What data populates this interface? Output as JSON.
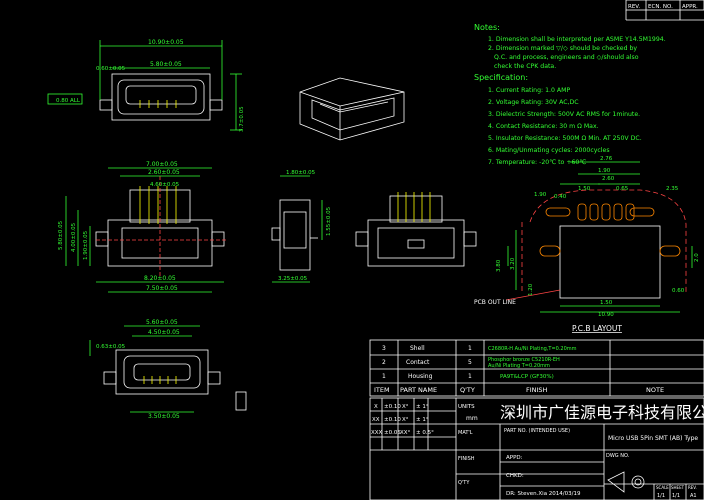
{
  "revision_block": {
    "rev": "REV.",
    "ecn": "ECN. NO.",
    "appr": "APPR."
  },
  "notes": {
    "title": "Notes:",
    "items": [
      "1. Dimension shall be interpreted per ASME Y14.5M1994.",
      "2. Dimension marked ▽/◇ should be checked by",
      "Q.C. and process, engineers and ◇/should also",
      "check the CPK data."
    ]
  },
  "specs": {
    "title": "Specification:",
    "items": [
      "1. Current Rating: 1.0 AMP",
      "2. Voltage Rating: 30V AC,DC",
      "3. Dielectric Strength: 500V AC RMS for 1minute.",
      "4. Contact Resistance: 30 m Ω Max.",
      "5. Insulator Resistance: 500M Ω Min. AT 250V DC.",
      "6. Mating/Unmating cycles: 2000cycles",
      "7. Temperature: -20℃ to +60℃"
    ]
  },
  "dims": {
    "top_width": "10.90±0.05",
    "top_inner": "5.80±0.05",
    "top_off": "0.60±0.05",
    "top_height": "3.7±0.05",
    "datum": "0.80 ALL",
    "mid_w1": "7.00±0.05",
    "mid_w2": "2.60±0.05",
    "mid_w3": "4.60±0.05",
    "mid_h1": "5.80±0.05",
    "mid_h2": "4.00±0.05",
    "mid_h3": "1.90±0.05",
    "mid_b1": "8.20±0.05",
    "mid_b2": "7.50±0.05",
    "side_top": "1.80±0.05",
    "side_h": "1.55±0.05",
    "side_b": "3.25±0.05",
    "low_w1": "5.60±0.05",
    "low_w2": "4.50±0.05",
    "low_h": "0.63±0.05",
    "low_b": "3.50±0.05"
  },
  "pcb": {
    "title": "P.C.B LAYOUT",
    "label": "PCB OUT LINE",
    "d1": "2.76",
    "d2": "1.90",
    "d3": "2.60",
    "d4": "1.50",
    "d5": "0.40",
    "d6": "0.65",
    "d7": "2.35",
    "d8": "1.90",
    "d9": "1.50",
    "d10": "10.90",
    "d11": "3.80",
    "d12": "3.20",
    "d13": "1.20",
    "d14": "0.60",
    "d15": "2.0"
  },
  "bom": {
    "header": {
      "item": "ITEM",
      "part": "PART NAME",
      "qty": "Q'TY",
      "finish": "FINISH",
      "note": "NOTE"
    },
    "rows": [
      {
        "item": "3",
        "part": "Shell",
        "qty": "1",
        "finish": "C2680R-H  Au/Ni Plating,T=0.20mm",
        "finish2": "",
        "note": ""
      },
      {
        "item": "2",
        "part": "Contact",
        "qty": "5",
        "finish": "Phosphor bronze C5210R-EH",
        "finish2": "Au/Ni Plating  T=0.20mm",
        "note": ""
      },
      {
        "item": "1",
        "part": "Housing",
        "qty": "1",
        "finish": "PA9T&LCP (GF30%)",
        "finish2": "",
        "note": ""
      }
    ]
  },
  "title_block": {
    "tolerance_rows": [
      {
        "a": "X",
        "b": "±0.10",
        "c": "X°",
        "d": "± 1°"
      },
      {
        "a": "XX",
        "b": "±0.10",
        "c": "X°",
        "d": "± 1°"
      },
      {
        "a": "XXX",
        "b": "±0.05",
        "c": "XX°",
        "d": "± 0.5°"
      }
    ],
    "units_label": "UNITS",
    "units": "mm",
    "company": "深圳市广佳源电子科技有限公司",
    "part_no": "PART NO. (INTENDED USE)",
    "part_name": "Micro USB 5Pin  SMT (AB) Type",
    "matl": "MAT'L",
    "finish": "FINISH",
    "qty": "Q'TY",
    "appd": "APPD:",
    "chkd": "CHKD:",
    "dr": "DR:  Steven.Xia 2014/03/19",
    "dwg_no": "DWG NO.",
    "scale": "SCALE",
    "sheet": "SHEET",
    "rev": "REV.",
    "scale_v": "1/1",
    "sheet_v": "1/1",
    "rev_v": "A1"
  }
}
